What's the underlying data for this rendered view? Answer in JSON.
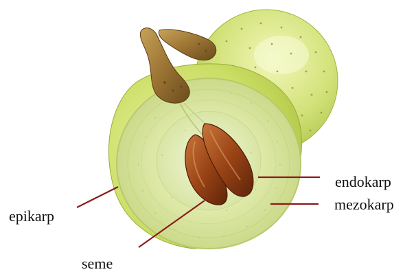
{
  "labels": {
    "endokarp": "endokarp",
    "mezokarp": "mezokarp",
    "epikarp": "epikarp",
    "seme": "seme"
  },
  "colors": {
    "leader_line": "#8b1a1a",
    "fruit_skin": "#c6d860",
    "flesh": "#dfe9a8",
    "seed": "#8a3a12",
    "stem": "#a07a3a"
  }
}
